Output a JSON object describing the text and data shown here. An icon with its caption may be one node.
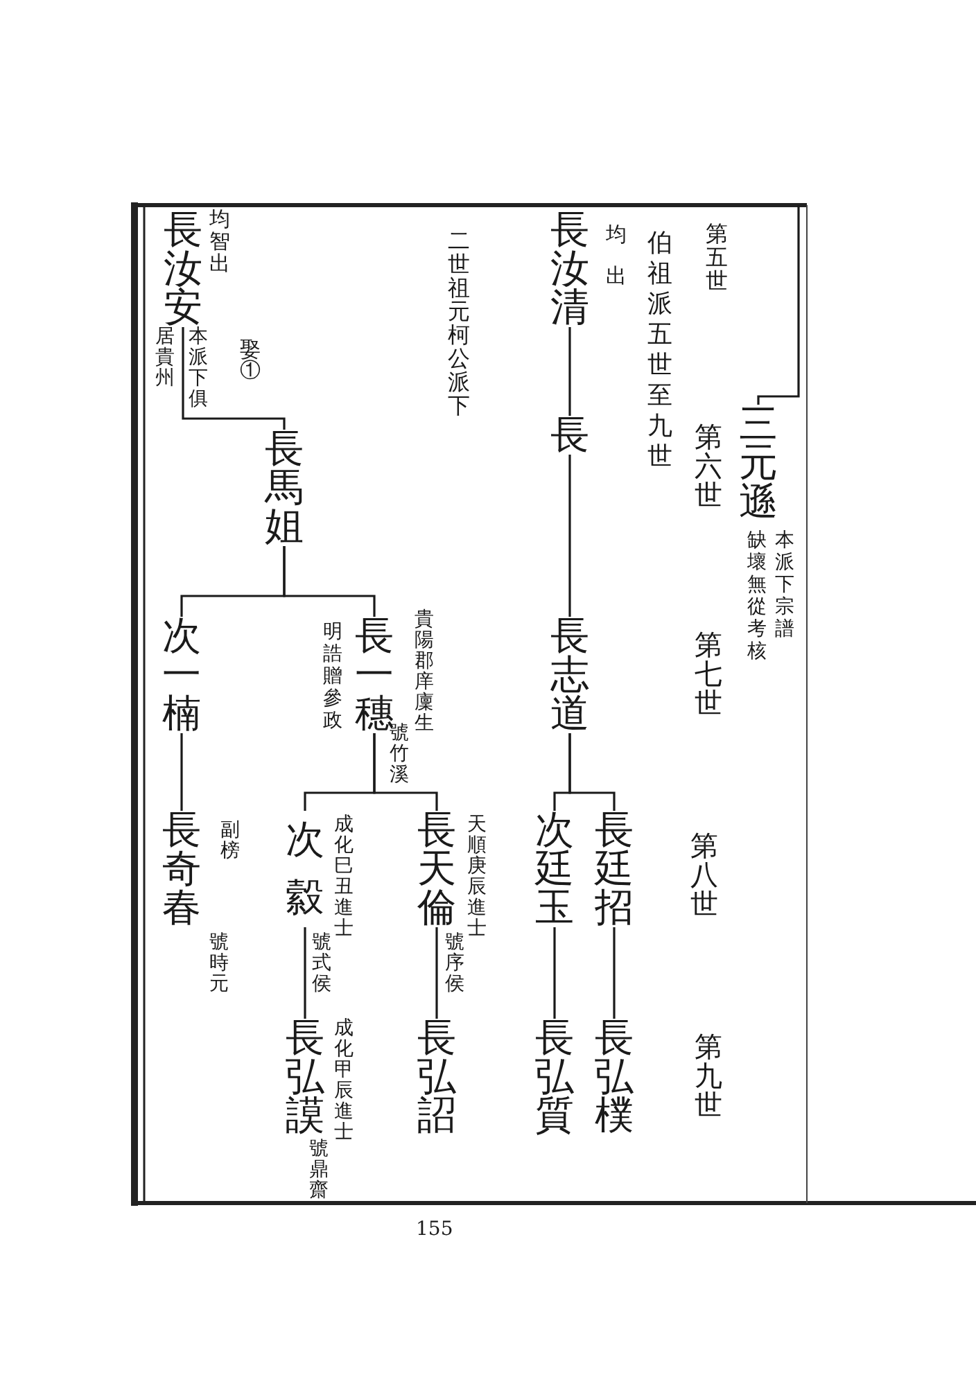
{
  "diagram": {
    "nodes": [
      {
        "text": [
          "長汝清"
        ],
        "beside": [
          "均出"
        ]
      },
      {
        "text": [
          "長汝安"
        ],
        "beside": [
          "均智出",
          "本派下俱居貴州"
        ]
      },
      {
        "text": [
          "三元遜"
        ],
        "beside": [
          "本派下宗譜",
          "缺壞無從考核"
        ]
      },
      {
        "text": [
          "長"
        ]
      },
      {
        "text": [
          "長馬姐"
        ]
      },
      {
        "text": [
          "長志道"
        ]
      },
      {
        "text": [
          "長一穗"
        ],
        "beside": [
          "貴陽郡庠廩生",
          "號竹溪",
          "明誥贈參政"
        ]
      },
      {
        "text": [
          "次一楠"
        ]
      },
      {
        "text": [
          "長廷招"
        ]
      },
      {
        "text": [
          "次廷玉"
        ]
      },
      {
        "text": [
          "長天倫"
        ],
        "beside": [
          "天順庚辰進士",
          "號序侯"
        ]
      },
      {
        "text": [
          "次縠"
        ],
        "beside": [
          "成化巳丑進士",
          "號式侯"
        ]
      },
      {
        "text": [
          "長奇春"
        ],
        "beside": [
          "副榜",
          "號時元"
        ]
      },
      {
        "text": [
          "長弘樸"
        ]
      },
      {
        "text": [
          "長弘質"
        ]
      },
      {
        "text": [
          "長弘詔"
        ]
      },
      {
        "text": [
          "長弘謨"
        ],
        "beside": [
          "成化甲辰進士",
          "號鼎齋"
        ]
      }
    ],
    "edges": [
      {
        "from": null,
        "to": 2,
        "arrow": "none"
      },
      {
        "from": 0,
        "to": 3,
        "arrow": "none"
      },
      {
        "from": 1,
        "to": 4,
        "arrow": "none"
      },
      {
        "from": 3,
        "to": 5,
        "arrow": "none"
      },
      {
        "from": 4,
        "to": 6,
        "arrow": "none"
      },
      {
        "from": 4,
        "to": 7,
        "arrow": "none"
      },
      {
        "from": 5,
        "to": 8,
        "arrow": "none"
      },
      {
        "from": 5,
        "to": 9,
        "arrow": "none"
      },
      {
        "from": 6,
        "to": 10,
        "arrow": "none"
      },
      {
        "from": 6,
        "to": 11,
        "arrow": "none"
      },
      {
        "from": 7,
        "to": 12,
        "arrow": "none"
      },
      {
        "from": 8,
        "to": 13,
        "arrow": "none"
      },
      {
        "from": 9,
        "to": 14,
        "arrow": "none"
      },
      {
        "from": 10,
        "to": 15,
        "arrow": "none"
      },
      {
        "from": 11,
        "to": 16,
        "arrow": "none"
      }
    ],
    "labels": [
      "第五世",
      "伯祖派五世至九世",
      "二世祖元柯公派下",
      "娶①",
      "第六世",
      "第七世",
      "第八世",
      "第九世",
      "155"
    ]
  }
}
